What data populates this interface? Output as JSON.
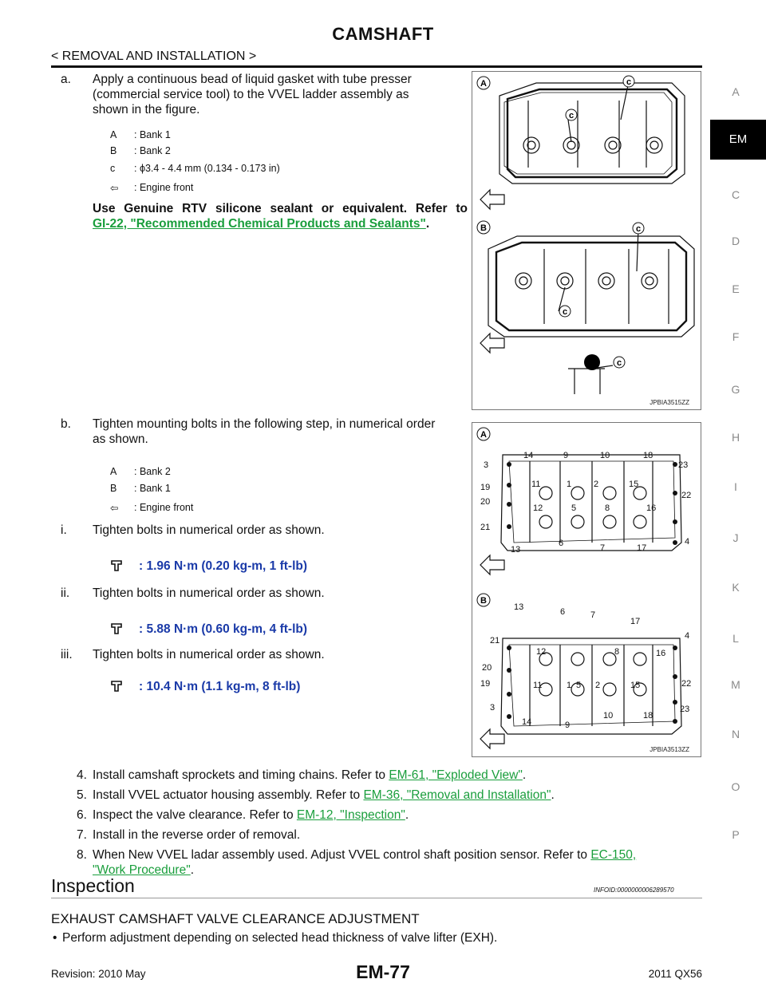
{
  "header": {
    "title": "CAMSHAFT",
    "breadcrumb": "< REMOVAL AND INSTALLATION >",
    "page_code": "EM-77"
  },
  "side_tabs": {
    "letters": [
      "A",
      "EM",
      "C",
      "D",
      "E",
      "F",
      "G",
      "H",
      "I",
      "J",
      "K",
      "L",
      "M",
      "N",
      "O",
      "P"
    ],
    "active": "EM"
  },
  "step_a": {
    "marker": "a.",
    "line1": "Apply a continuous bead of liquid gasket with tube presser",
    "line2": "(commercial service tool) to the VVEL ladder assembly as",
    "line3": "shown in the figure.",
    "legend": [
      {
        "key": "A",
        "value": ": Bank 1"
      },
      {
        "key": "B",
        "value": ": Bank 2"
      },
      {
        "key": "c",
        "value": ": ϕ3.4 - 4.4 mm (0.134 - 0.173 in)"
      },
      {
        "key": "⇦",
        "value": ": Engine front"
      }
    ],
    "note_line1": "Use Genuine RTV silicone sealant or equivalent. Refer to",
    "note_link": "GI-22, \"Recommended Chemical Products and Sealants\"",
    "note_end": ".",
    "figure_id": "JPBIA3515ZZ"
  },
  "step_b": {
    "marker": "b.",
    "line1": "Tighten mounting bolts in the following step, in numerical order",
    "line2": "as shown.",
    "legend": [
      {
        "key": "A",
        "value": ": Bank 2"
      },
      {
        "key": "B",
        "value": ": Bank 1"
      },
      {
        "key": "⇦",
        "value": ": Engine front"
      }
    ],
    "substeps": [
      {
        "marker": "i.",
        "text": "Tighten bolts in numerical order as shown.",
        "torque": ": 1.96 N·m (0.20 kg-m, 1 ft-lb)"
      },
      {
        "marker": "ii.",
        "text": "Tighten bolts in numerical order as shown.",
        "torque": ": 5.88 N·m (0.60 kg-m, 4 ft-lb)"
      },
      {
        "marker": "iii.",
        "text": "Tighten bolts in numerical order as shown.",
        "torque": ": 10.4 N·m (1.1 kg-m, 8 ft-lb)"
      }
    ],
    "figure_id": "JPBIA3513ZZ",
    "bolt_numbers": [
      "1",
      "2",
      "3",
      "4",
      "5",
      "6",
      "7",
      "8",
      "9",
      "10",
      "11",
      "12",
      "13",
      "14",
      "15",
      "16",
      "17",
      "18",
      "19",
      "20",
      "21",
      "22",
      "23"
    ]
  },
  "steps": [
    {
      "num": "4.",
      "text": "Install camshaft sprockets and timing chains. Refer to ",
      "link": "EM-61, \"Exploded View\"",
      "end": "."
    },
    {
      "num": "5.",
      "text": "Install VVEL actuator housing assembly. Refer to ",
      "link": "EM-36, \"Removal and Installation\"",
      "end": "."
    },
    {
      "num": "6.",
      "text": "Inspect the valve clearance. Refer to ",
      "link": "EM-12, \"Inspection\"",
      "end": "."
    },
    {
      "num": "7.",
      "text": "Install in the reverse order of removal.",
      "link": "",
      "end": ""
    },
    {
      "num": "8.",
      "text": "When New VVEL ladar assembly used. Adjust VVEL control shaft position sensor. Refer to ",
      "link": "EC-150,",
      "link2": "\"Work Procedure\"",
      "end": "."
    }
  ],
  "inspection": {
    "heading": "Inspection",
    "info_id": "INFOID:0000000006289570",
    "subheading": "EXHAUST CAMSHAFT VALVE CLEARANCE ADJUSTMENT",
    "bullet": "Perform adjustment depending on selected head thickness of valve lifter (EXH)."
  },
  "footer": {
    "revision": "Revision: 2010 May",
    "model": "2011 QX56"
  }
}
